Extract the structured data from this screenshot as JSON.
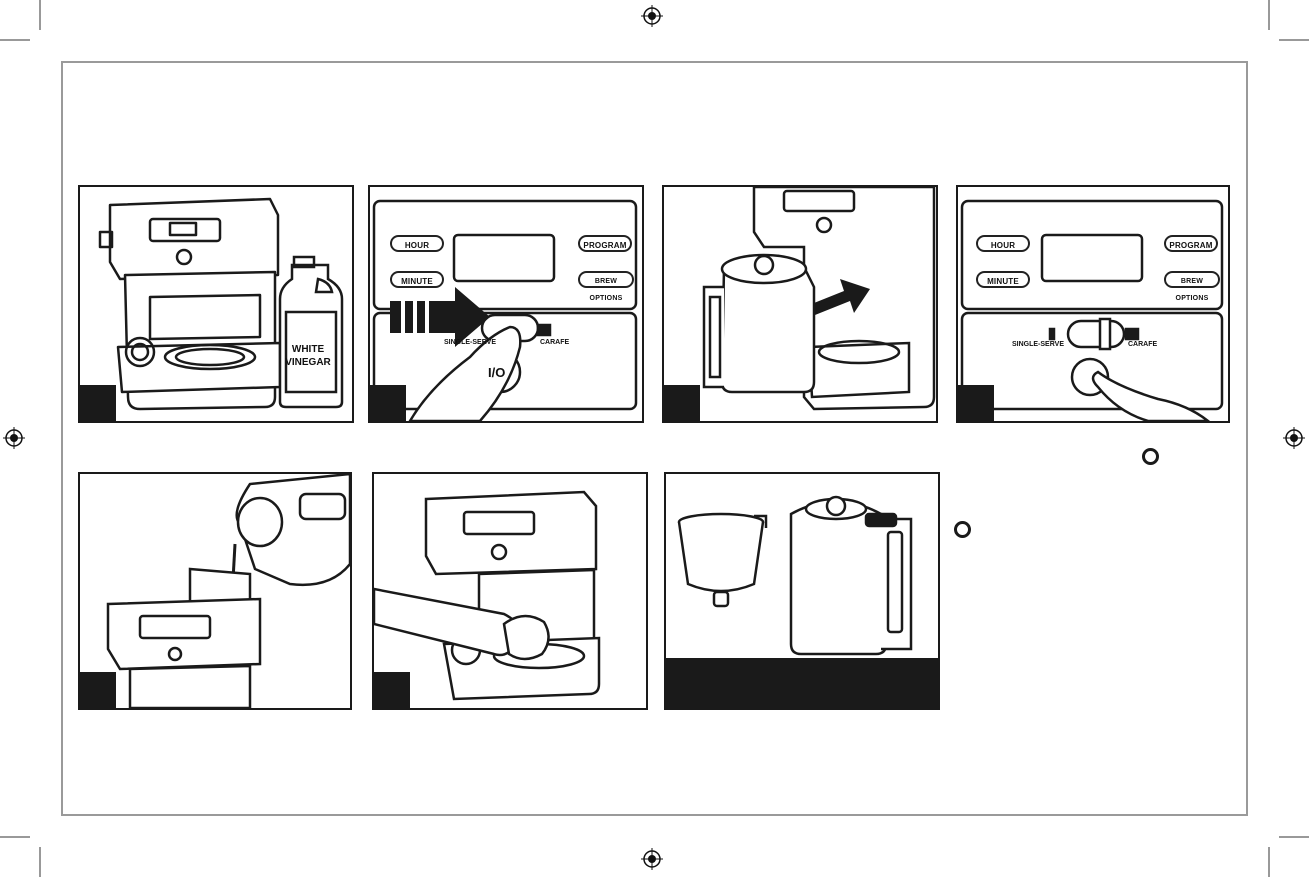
{
  "vinegar_label": "WHITE\nVINEGAR",
  "panel_buttons": {
    "hour": "HOUR",
    "minute": "MINUTE",
    "program": "PROGRAM",
    "brew_options": "BREW OPTIONS"
  },
  "switch_labels": {
    "single_serve": "SINGLE-SERVE",
    "carafe": "CARAFE",
    "power": "I/O"
  },
  "colors": {
    "line": "#1a1a1a",
    "frame": "#9a9a9a",
    "badge": "#1a1a1a"
  },
  "icons": [
    "registration-mark-icon",
    "crop-mark-icon",
    "off-ring-icon"
  ]
}
